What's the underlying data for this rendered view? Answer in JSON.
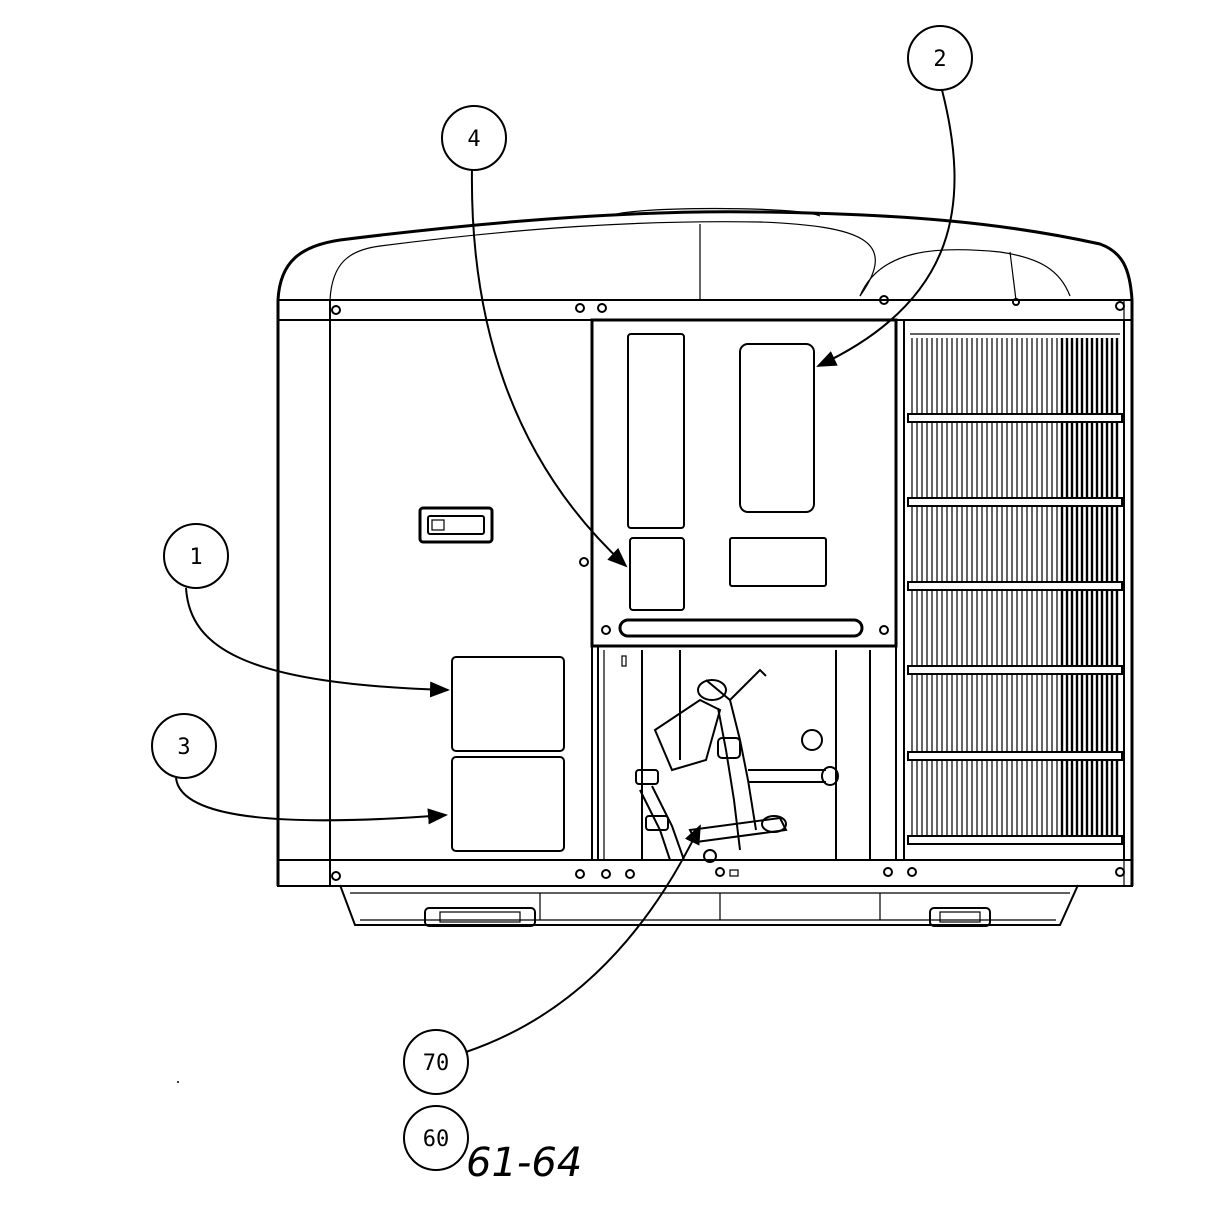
{
  "callouts": {
    "c1": "1",
    "c2": "2",
    "c3": "3",
    "c4": "4",
    "c70": "70",
    "c60": "60"
  },
  "handwritten_note": "61-64",
  "colors": {
    "line": "#000000",
    "background": "#ffffff"
  }
}
